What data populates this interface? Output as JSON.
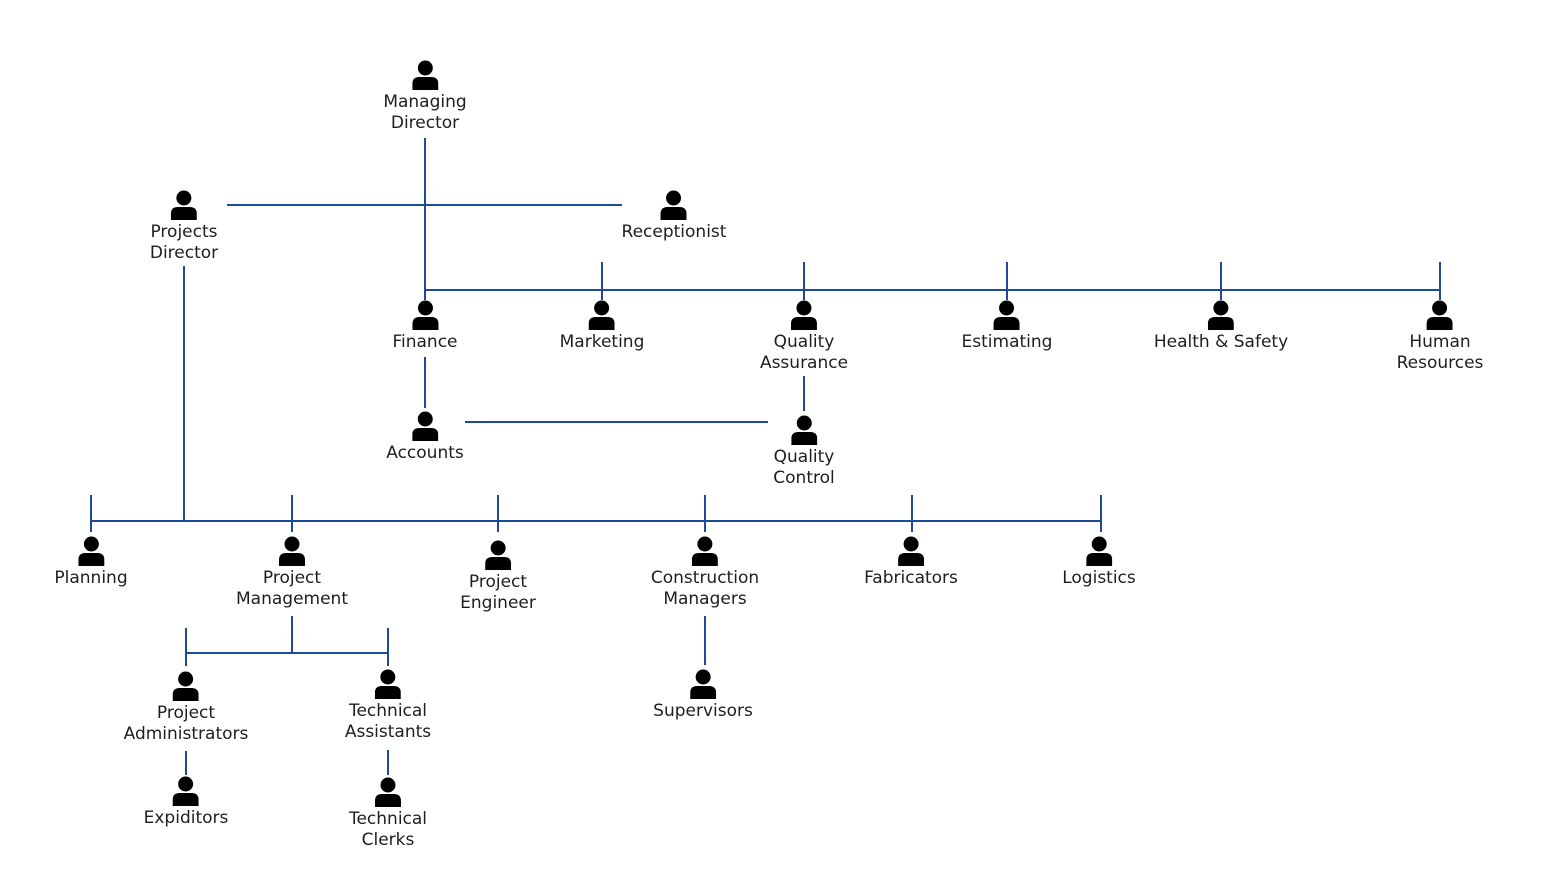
{
  "colors": {
    "line": "#1f4a9c",
    "icon": "#000000",
    "text": "#1e1e1e",
    "background": "#ffffff"
  },
  "nodes": {
    "managing_director": {
      "label": "Managing\nDirector",
      "icon": "person-icon"
    },
    "projects_director": {
      "label": "Projects\nDirector",
      "icon": "person-icon"
    },
    "receptionist": {
      "label": "Receptionist",
      "icon": "person-icon"
    },
    "finance": {
      "label": "Finance",
      "icon": "person-icon"
    },
    "marketing": {
      "label": "Marketing",
      "icon": "person-icon"
    },
    "quality_assurance": {
      "label": "Quality\nAssurance",
      "icon": "person-icon"
    },
    "estimating": {
      "label": "Estimating",
      "icon": "person-icon"
    },
    "health_safety": {
      "label": "Health & Safety",
      "icon": "person-icon"
    },
    "human_resources": {
      "label": "Human\nResources",
      "icon": "person-icon"
    },
    "accounts": {
      "label": "Accounts",
      "icon": "person-icon"
    },
    "quality_control": {
      "label": "Quality\nControl",
      "icon": "person-icon"
    },
    "planning": {
      "label": "Planning",
      "icon": "person-icon"
    },
    "project_management": {
      "label": "Project\nManagement",
      "icon": "person-icon"
    },
    "project_engineer": {
      "label": "Project\nEngineer",
      "icon": "person-icon"
    },
    "construction_managers": {
      "label": "Construction\nManagers",
      "icon": "person-icon"
    },
    "fabricators": {
      "label": "Fabricators",
      "icon": "person-icon"
    },
    "logistics": {
      "label": "Logistics",
      "icon": "person-icon"
    },
    "project_administrators": {
      "label": "Project\nAdministrators",
      "icon": "person-icon"
    },
    "technical_assistants": {
      "label": "Technical\nAssistants",
      "icon": "person-icon"
    },
    "supervisors": {
      "label": "Supervisors",
      "icon": "person-icon"
    },
    "expiditors": {
      "label": "Expiditors",
      "icon": "person-icon"
    },
    "technical_clerks": {
      "label": "Technical\nClerks",
      "icon": "person-icon"
    }
  }
}
